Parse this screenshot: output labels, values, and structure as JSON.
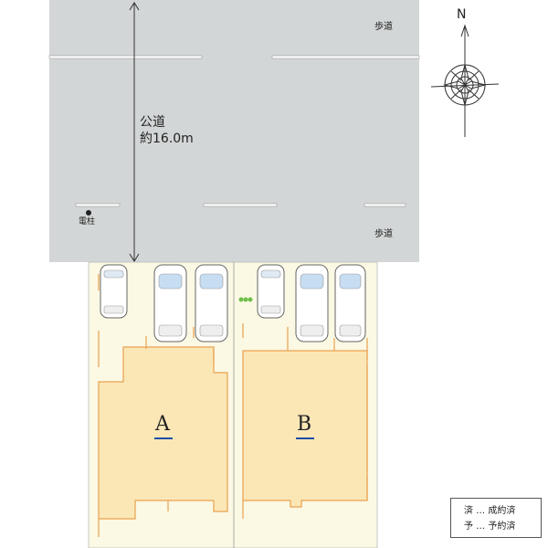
{
  "road": {
    "name": "公道",
    "width": "約16.0m"
  },
  "sidewalk": {
    "top": "歩道",
    "bottom": "歩道"
  },
  "utility_pole": {
    "label": "電柱"
  },
  "compass": {
    "north": "N"
  },
  "lots": [
    {
      "id": "A",
      "label": "A"
    },
    {
      "id": "B",
      "label": "B"
    }
  ],
  "legend": {
    "items": [
      {
        "text": "済 … 成約済"
      },
      {
        "text": "予 … 予約済"
      }
    ]
  },
  "colors": {
    "road": "#d3d6d6",
    "site_ground": "#fbf8e3",
    "building_footprint": "#fbe7b6",
    "boundary_orange": "#e9a150"
  }
}
